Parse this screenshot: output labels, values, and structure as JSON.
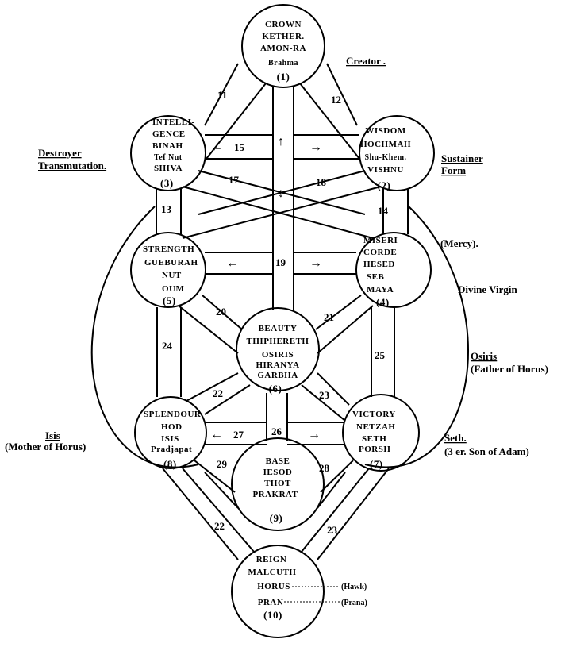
{
  "sephiroth": {
    "crown": {
      "lines": [
        "CROWN",
        "KETHER.",
        "AMON-RA",
        "Brahma"
      ],
      "number": "(1)"
    },
    "wisdom": {
      "lines": [
        "WISDOM",
        "HOCHMAH",
        "Shu-Khem.",
        "VISHNU"
      ],
      "number": "(2)"
    },
    "intel": {
      "lines": [
        "INTELLI-",
        "GENCE",
        "BINAH",
        "Tef  Nut",
        "SHIVA"
      ],
      "number": "(3)"
    },
    "mercy": {
      "lines": [
        "MISERI-",
        "CORDE",
        "HESED",
        "SEB",
        "MAYA"
      ],
      "number": "(4)"
    },
    "strength": {
      "lines": [
        "STRENGTH",
        "GUEBURAH",
        "NUT",
        "OUM"
      ],
      "number": "(5)"
    },
    "beauty": {
      "lines": [
        "BEAUTY",
        "THIPHERETH",
        "OSIRIS",
        "HIRANYA",
        "GARBHA"
      ],
      "number": "(6)"
    },
    "victory": {
      "lines": [
        "VICTORY",
        "NETZAH",
        "SETH",
        "PORSH"
      ],
      "number": "(7)"
    },
    "splendour": {
      "lines": [
        "SPLENDOUR",
        "HOD",
        "ISIS",
        "Pradjapat"
      ],
      "number": "(8)"
    },
    "base": {
      "lines": [
        "BASE",
        "IESOD",
        "THOT",
        "PRAKRAT"
      ],
      "number": "(9)"
    },
    "reign": {
      "lines": [
        "REIGN",
        "MALCUTH",
        "HORUS",
        "PRAN"
      ],
      "number": "(10)"
    }
  },
  "paths": {
    "p11": "11",
    "p12": "12",
    "p13": "13",
    "p14": "14",
    "p15": "15",
    "p17": "17",
    "p18": "18",
    "p19": "19",
    "p20": "20",
    "p21": "21",
    "p22a": "22",
    "p22b": "22",
    "p23a": "23",
    "p23b": "23",
    "p24": "24",
    "p25": "25",
    "p26": "26",
    "p27": "27",
    "p28": "28",
    "p29": "29"
  },
  "side_labels": {
    "creator": "Creator .",
    "destroyer_1": "Destroyer",
    "destroyer_2": "Transmutation.",
    "sustainer_1": "Sustainer",
    "sustainer_2": "Form",
    "mercy": "(Mercy).",
    "divine_virgin": "Divine Virgin",
    "osiris_1": "Osiris",
    "osiris_2": "(Father of Horus)",
    "isis_1": "Isis",
    "isis_2": "(Mother of Horus)",
    "seth_1": "Seth.",
    "seth_2": "(3 er. Son of Adam)",
    "hawk": "(Hawk)",
    "prana": "(Prana)"
  }
}
